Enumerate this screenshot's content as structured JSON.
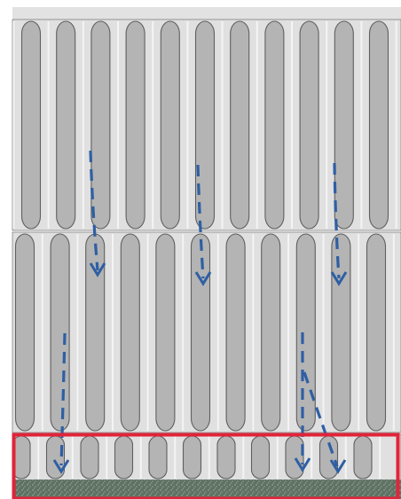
{
  "title": "",
  "colors": {
    "background": "#ffffff",
    "top_band": "#e2e2e2",
    "column_light": "#e0e0e0",
    "column_dark": "#b4b4b4",
    "column_stroke": "#5f5f5f",
    "arrow": "#2e5fa3",
    "highlight_frame": "#e0243a",
    "substrate": "#5f7163",
    "substrate_speckle": "#8fa294"
  },
  "layers": [
    {
      "name": "upper-layer",
      "column_count": 11
    },
    {
      "name": "middle-layer",
      "column_count": 11
    },
    {
      "name": "bottom-layer",
      "column_count": 11
    }
  ],
  "arrows": [
    {
      "name": "arrow-upper-left"
    },
    {
      "name": "arrow-upper-center"
    },
    {
      "name": "arrow-upper-right"
    },
    {
      "name": "arrow-lower-left"
    },
    {
      "name": "arrow-lower-right-a"
    },
    {
      "name": "arrow-lower-right-b"
    }
  ],
  "highlight": {
    "name": "bottom-layer-highlight"
  },
  "substrate": {
    "name": "substrate-base"
  }
}
